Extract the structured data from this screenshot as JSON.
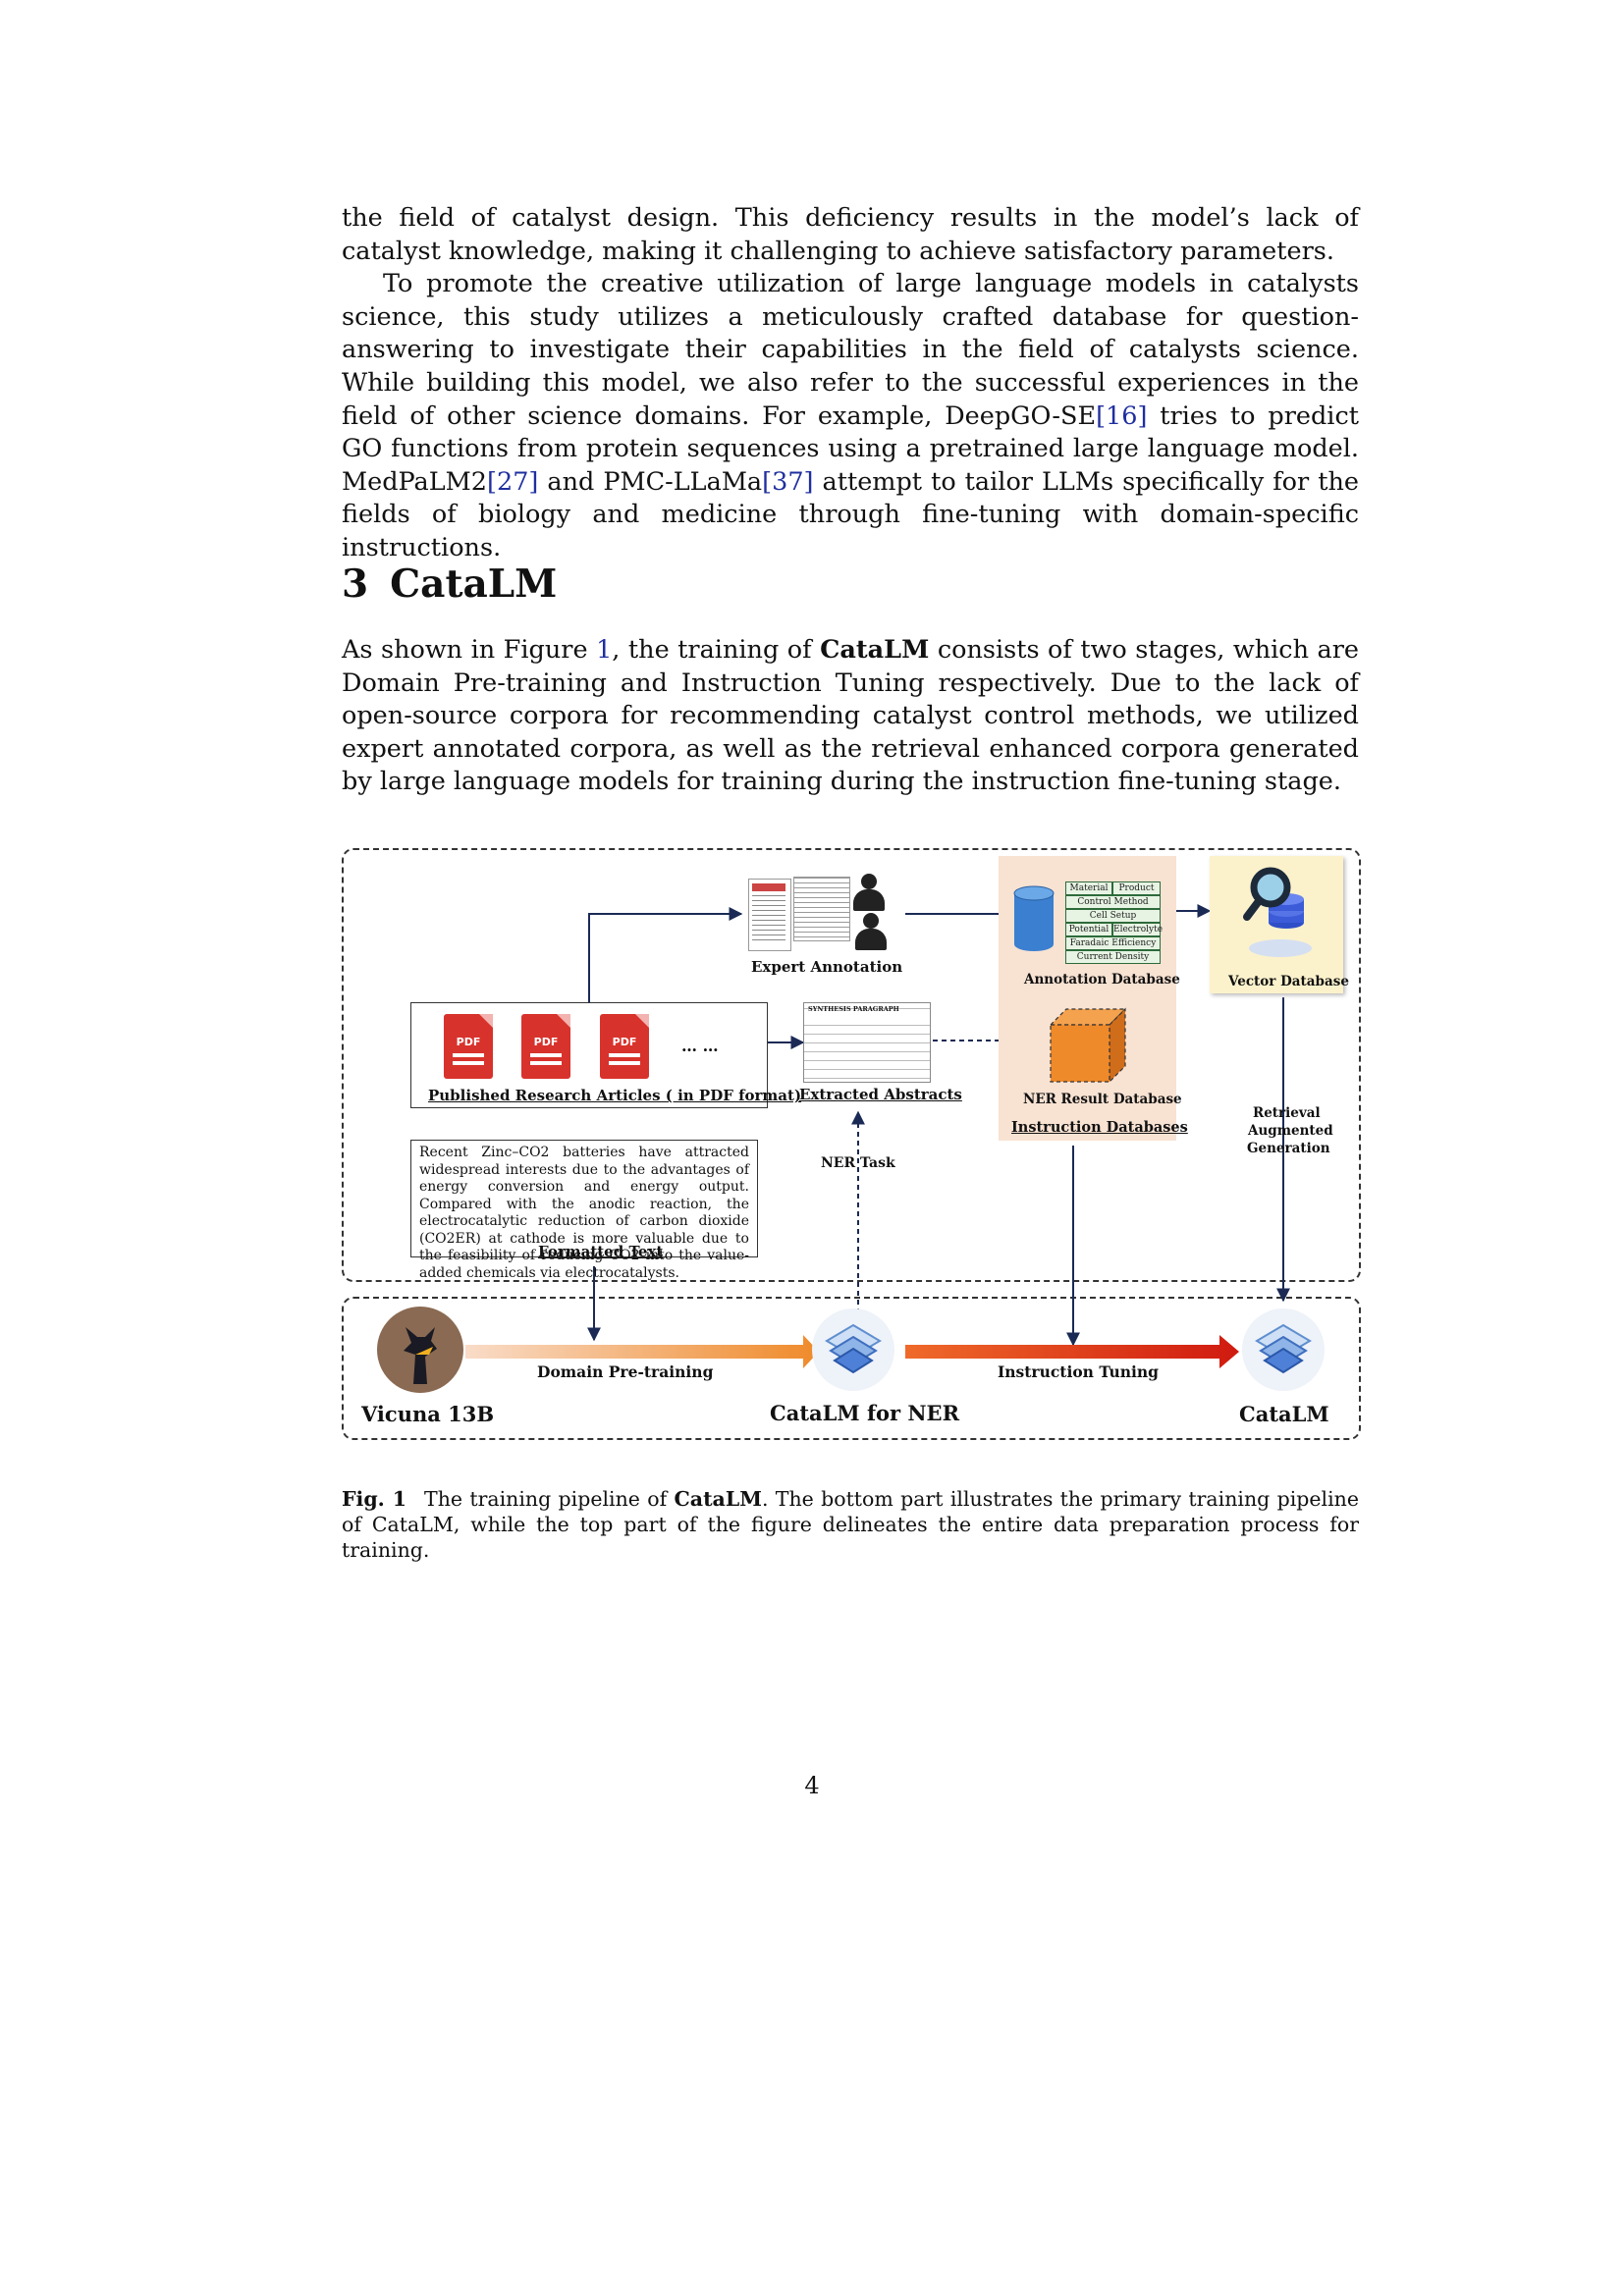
{
  "paragraphs": {
    "p1": "the field of catalyst design. This deficiency results in the model’s lack of catalyst knowledge, making it challenging to achieve satisfactory parameters.",
    "p2_a": "To promote the creative utilization of large language models in catalysts science, this study utilizes a meticulously crafted database for question-answering to investigate their capabilities in the field of catalysts science. While building this model, we also refer to the successful experiences in the field of other science domains. For example, DeepGO-SE",
    "p2_cite1": "[16]",
    "p2_b": " tries to predict GO functions from protein sequences using a pretrained large language model. MedPaLM2",
    "p2_cite2": "[27]",
    "p2_c": " and PMC-LLaMa",
    "p2_cite3": "[37]",
    "p2_d": " attempt to tailor LLMs specifically for the fields of biology and medicine through fine-tuning with domain-specific instructions."
  },
  "section": {
    "number": "3",
    "title": "CataLM"
  },
  "section_text": {
    "a": "As shown in Figure ",
    "fig_ref": "1",
    "b": ", the training of ",
    "model": "CataLM",
    "c": " consists of two stages, which are Domain Pre-training and Instruction Tuning respectively. Due to the lack of open-source corpora for recommending catalyst control methods, we utilized expert annotated corpora, as well as the retrieval enhanced corpora generated by large language models for training during the instruction fine-tuning stage."
  },
  "figure": {
    "pdf_icon_text": "PDF",
    "ellipsis": "… …",
    "expert_annotation": "Expert Annotation",
    "published_articles": "Published Research Articles ( in PDF format)",
    "extracted_abstracts": "Extracted Abstracts",
    "abstract_snippet_title": "SYNTHESIS PARAGRAPH",
    "annotation_database": "Annotation Database",
    "ner_result_database": "NER Result Database",
    "instruction_databases": "Instruction Databases",
    "vector_database": "Vector Database",
    "table_cells": [
      "Material",
      "Product",
      "Control Method",
      "Cell Setup",
      "Potential",
      "Electrolyte",
      "Faradaic Efficiency",
      "Current Density"
    ],
    "rag_label_1": "Retrieval",
    "rag_label_2": "Augmented",
    "rag_label_3": "Generation",
    "ner_task": "NER Task",
    "formatted_text_body": "Recent Zinc–CO2 batteries have attracted widespread interests due to the advantages of energy conversion and energy output. Compared with the anodic reaction, the electrocatalytic reduction of carbon dioxide (CO2ER) at cathode is more valuable due to the feasibility of reducing CO2 into the value-added chemicals via electrocatalysts.",
    "formatted_text_label": "Formatted Text",
    "domain_pretraining": "Domain Pre-training",
    "instruction_tuning": "Instruction Tuning",
    "vicuna": "Vicuna 13B",
    "catalm_ner": "CataLM for NER",
    "catalm": "CataLM",
    "colors": {
      "pdf_red": "#d8322c",
      "panel_peach": "#f8e2d2",
      "panel_yellow": "#fbf2cc",
      "cube_orange": "#ef8a2a",
      "cylinder_blue": "#3b7fd0",
      "arrow_navy": "#1b2a55",
      "arrow_red": "#d01a10"
    }
  },
  "caption": {
    "fig_label": "Fig. 1",
    "a": "The training pipeline of ",
    "model": "CataLM",
    "b": ". The bottom part illustrates the primary training pipeline of CataLM, while the top part of the figure delineates the entire data preparation process for training."
  },
  "page_number": "4"
}
